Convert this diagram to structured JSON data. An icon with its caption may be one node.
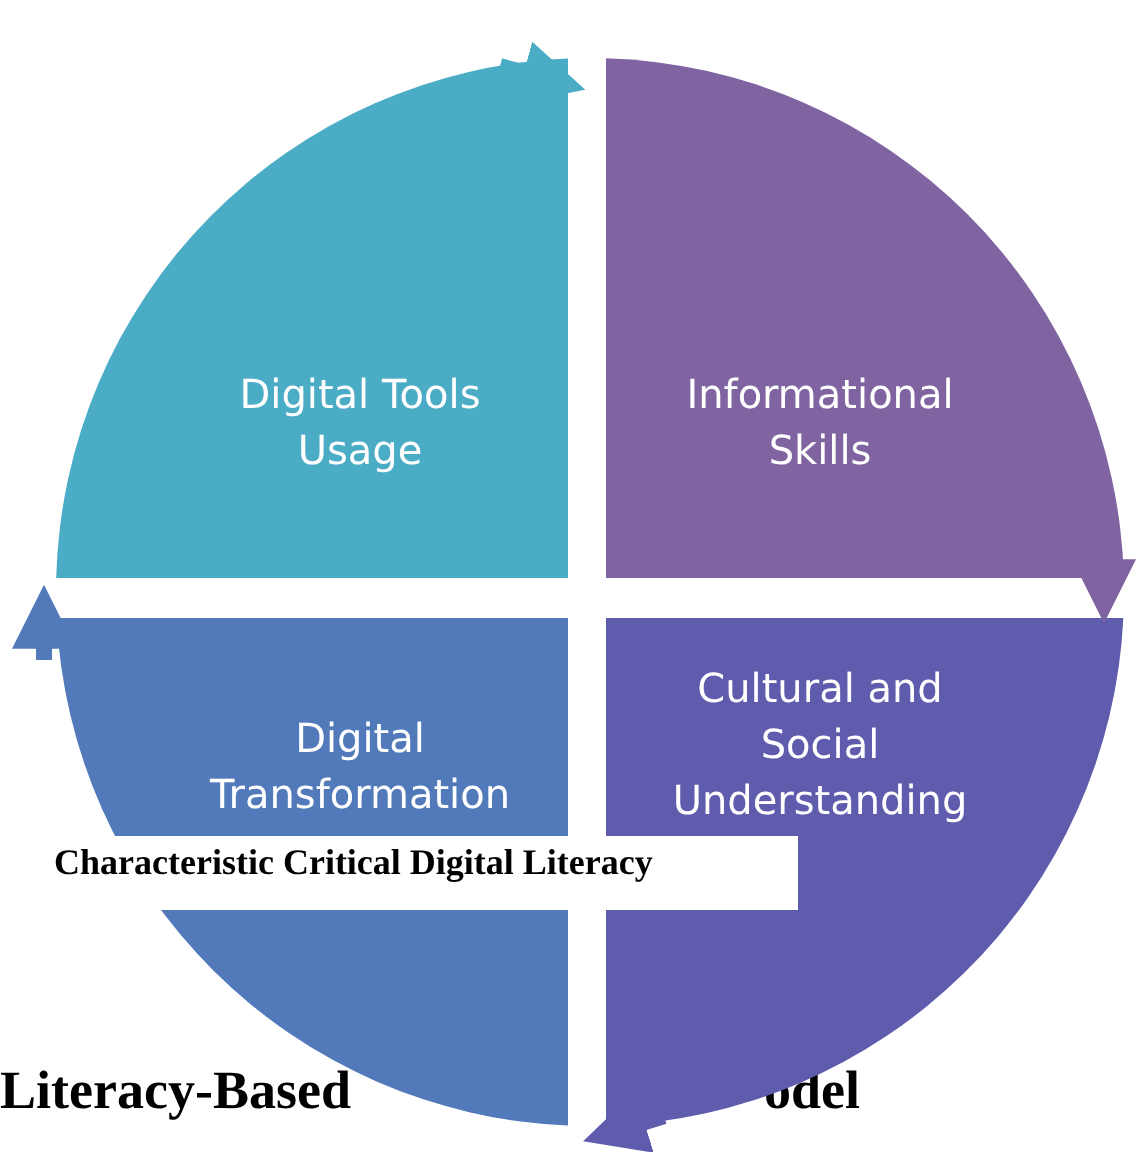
{
  "diagram": {
    "nodes": [
      {
        "text": [
          "Digital Tools Usage"
        ]
      },
      {
        "text": [
          "Informational Skills"
        ]
      },
      {
        "text": [
          "Cultural and Social Understanding"
        ]
      },
      {
        "text": [
          "Digital Transformation"
        ]
      }
    ],
    "edges": [
      {
        "from": 0,
        "to": 1,
        "arrow": "to",
        "color": "#4bacc6"
      },
      {
        "from": 1,
        "to": 2,
        "arrow": "to",
        "color": "#8064a2"
      },
      {
        "from": 2,
        "to": 3,
        "arrow": "to",
        "color": "#5f5bad"
      },
      {
        "from": 3,
        "to": 0,
        "arrow": "to",
        "color": "#527aba"
      }
    ],
    "labels": [
      "Characteristic Critical Digital Literacy",
      "Literacy-Based",
      "odel"
    ]
  }
}
